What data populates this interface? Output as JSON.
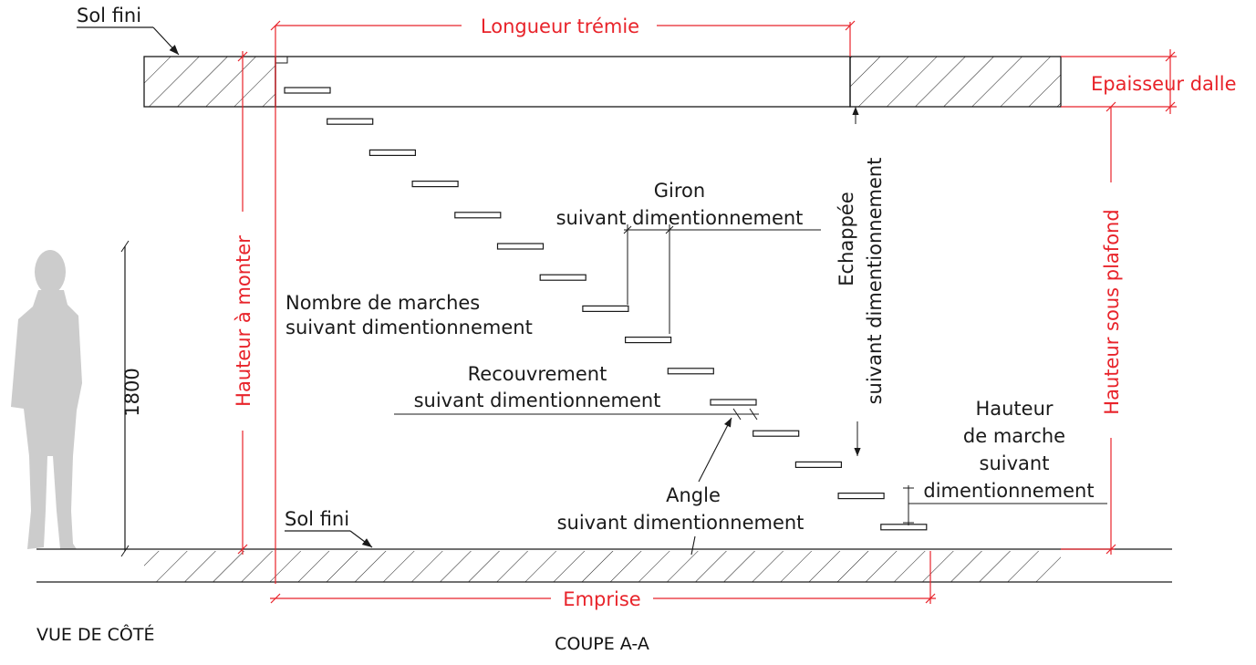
{
  "colors": {
    "dimension": "#e8232a",
    "line": "#1a1a1a",
    "silhouette": "#cccccc"
  },
  "labels": {
    "sol_fini_top": "Sol fini",
    "sol_fini_bottom": "Sol fini",
    "longueur_tremie": "Longueur trémie",
    "epaisseur_dalle": "Epaisseur dalle",
    "hauteur_a_monter": "Hauteur à monter",
    "hauteur_sous_plafond": "Hauteur sous plafond",
    "emprise": "Emprise",
    "scale_1800": "1800",
    "giron_line1": "Giron",
    "giron_line2": "suivant dimentionnement",
    "marches_line1": "Nombre de marches",
    "marches_line2": "suivant dimentionnement",
    "recouvrement_line1": "Recouvrement",
    "recouvrement_line2": "suivant dimentionnement",
    "angle_line1": "Angle",
    "angle_line2": "suivant dimentionnement",
    "echappee_line1": "Echappée",
    "echappee_line2": "suivant dimentionnement",
    "hauteur_marche_line1": "Hauteur",
    "hauteur_marche_line2": "de marche",
    "hauteur_marche_line3": "suivant",
    "hauteur_marche_line4": "dimentionnement",
    "caption_left": "VUE DE CÔTÉ",
    "caption_center": "COUPE A-A"
  },
  "stair": {
    "step_count": 15
  }
}
